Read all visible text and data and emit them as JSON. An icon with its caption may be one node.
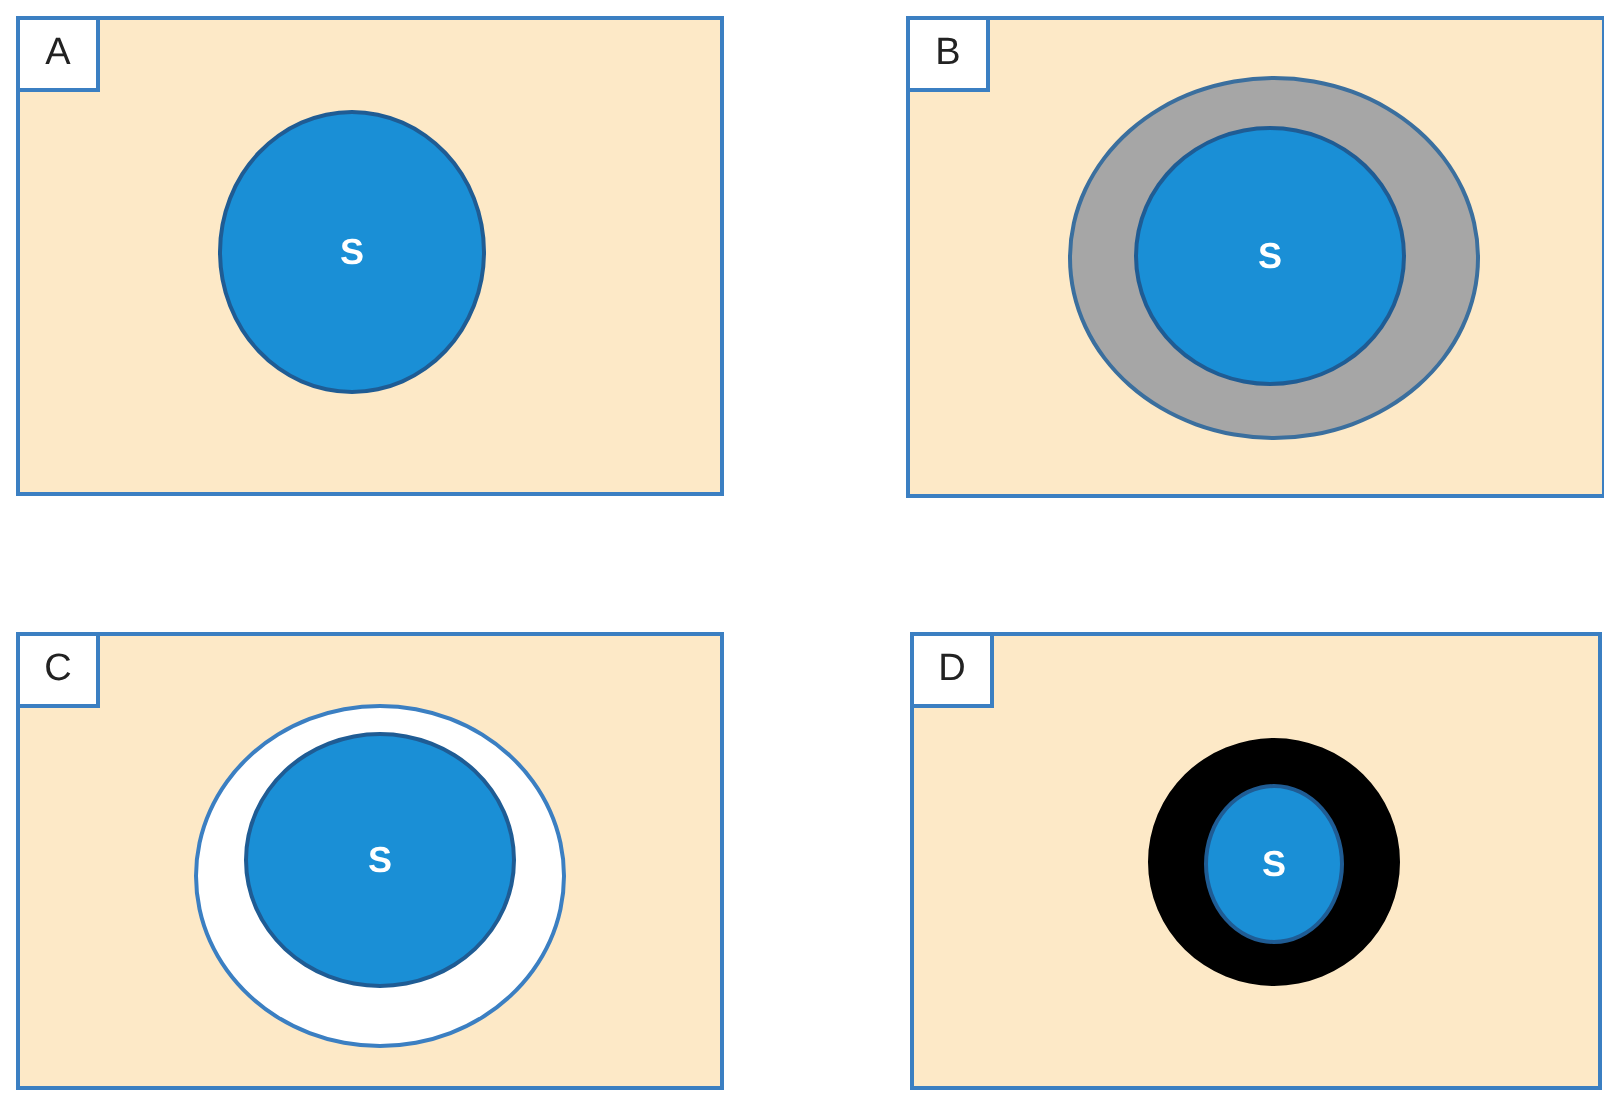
{
  "diagram": {
    "nodes": [
      {
        "text": [
          "A"
        ]
      },
      {
        "text": [
          "S"
        ],
        "in": 0
      },
      {
        "text": [
          "B"
        ]
      },
      {
        "text": [],
        "shape": "circle",
        "in": 2
      },
      {
        "text": [
          "S"
        ],
        "in": 3
      },
      {
        "text": [
          "C"
        ]
      },
      {
        "text": [],
        "shape": "circle",
        "in": 5
      },
      {
        "text": [
          "S"
        ],
        "in": 6
      },
      {
        "text": [
          "D"
        ]
      },
      {
        "text": [],
        "shape": "circle",
        "in": 8
      },
      {
        "text": [
          "S"
        ],
        "in": 9
      }
    ]
  }
}
